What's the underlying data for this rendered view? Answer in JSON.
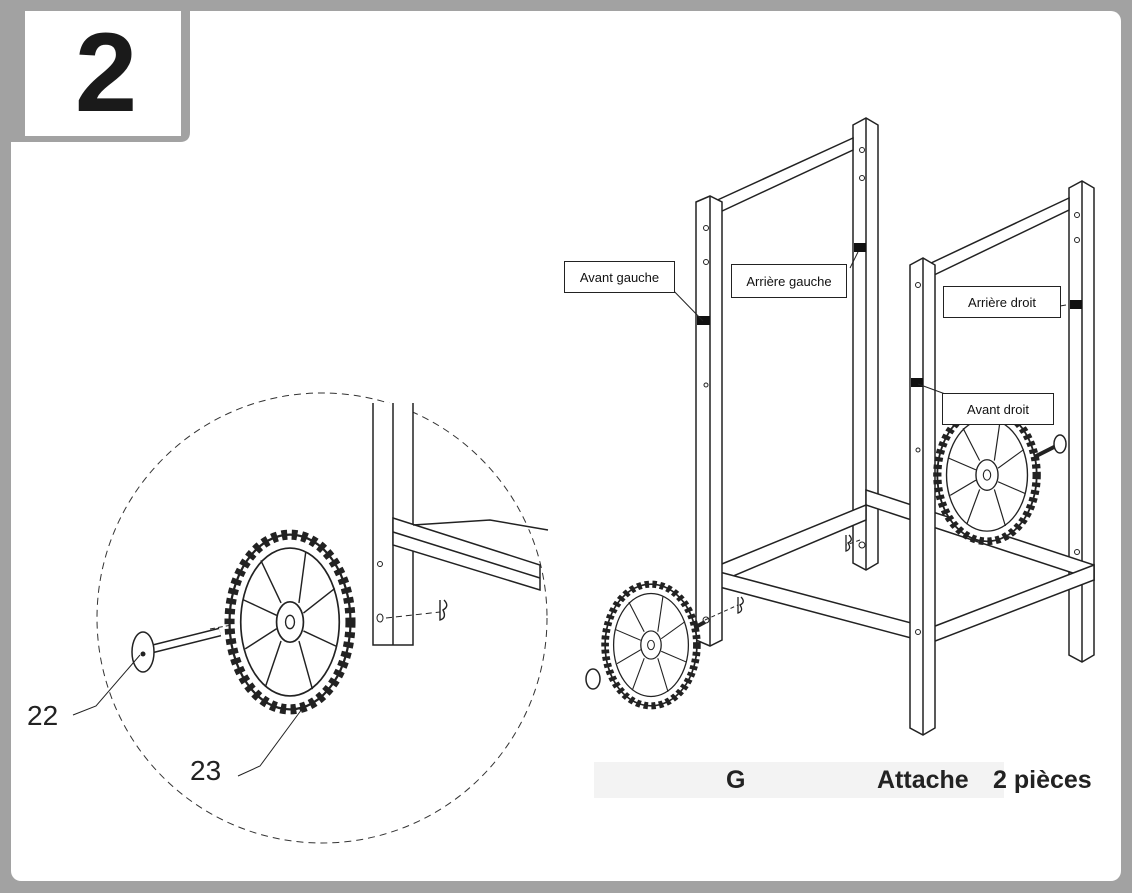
{
  "step": {
    "number": "2"
  },
  "callouts": {
    "front_left": "Avant gauche",
    "rear_left": "Arrière gauche",
    "rear_right": "Arrière droit",
    "front_right": "Avant droit"
  },
  "part_numbers": {
    "axle": "22",
    "wheel": "23"
  },
  "legend": {
    "part_letter": "G",
    "icon": "hitch-pin-clip-icon",
    "part_name": "Attache",
    "quantity": "2 pièces"
  },
  "colors": {
    "frame_gray": "#a2a2a2",
    "ink": "#222222"
  }
}
